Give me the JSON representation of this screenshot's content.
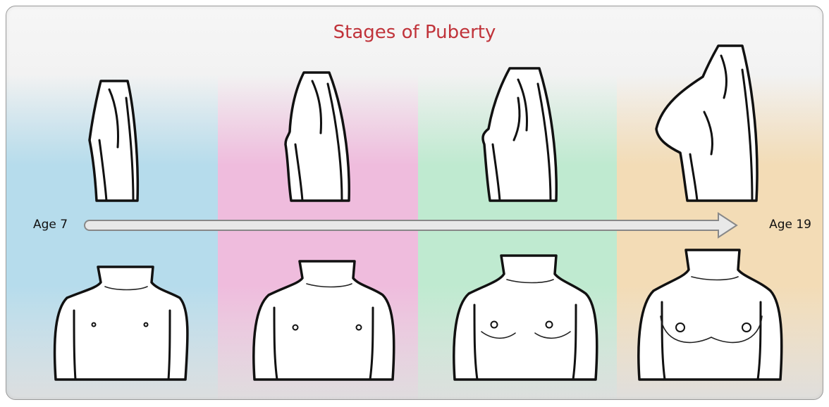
{
  "title": "Stages of Puberty",
  "timeline": {
    "start_label": "Age 7",
    "end_label": "Age 19"
  },
  "stages": [
    {
      "band_color": "#b6dcec"
    },
    {
      "band_color": "#efbcdd"
    },
    {
      "band_color": "#bfead0"
    },
    {
      "band_color": "#f3dcb6"
    }
  ],
  "colors": {
    "title": "#c0333a",
    "outline": "#111111",
    "arrow_fill": "#e8e8e8",
    "arrow_stroke": "#888888"
  }
}
